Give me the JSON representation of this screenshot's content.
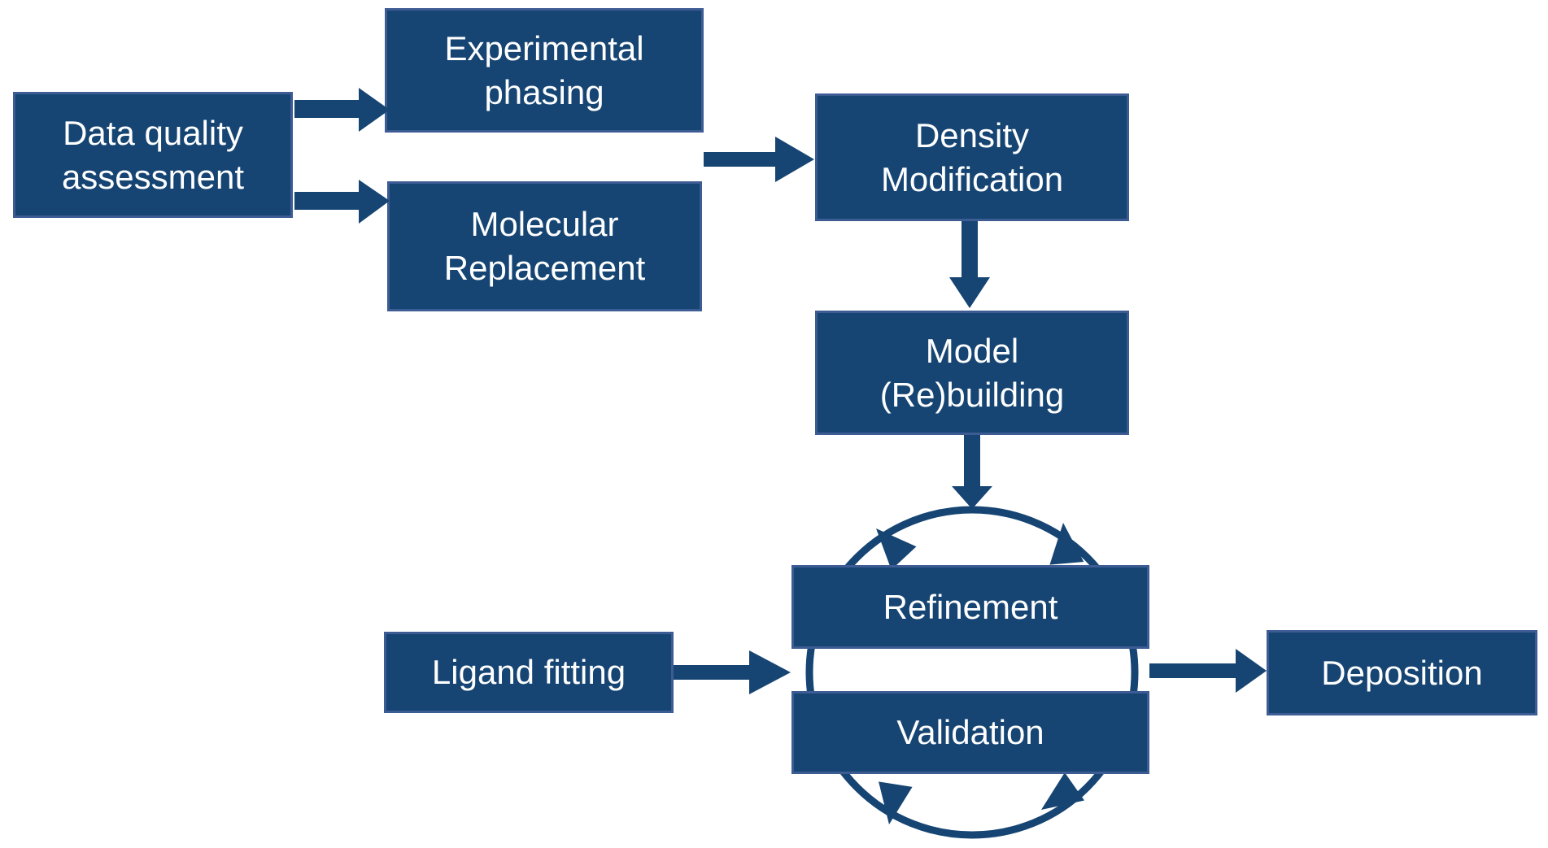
{
  "diagram": {
    "description": "Crystallography structure solution workflow flowchart",
    "colors": {
      "background": "#FFFFFF",
      "node_fill": "#164573",
      "node_border": "#3D5C94",
      "node_text": "#FFFFFF",
      "arrow": "#164573"
    },
    "nodes": {
      "data_quality": {
        "line1": "Data quality",
        "line2": "assessment"
      },
      "experimental_phasing": {
        "line1": "Experimental",
        "line2": "phasing"
      },
      "molecular_replacement": {
        "line1": "Molecular",
        "line2": "Replacement"
      },
      "density_modification": {
        "line1": "Density",
        "line2": "Modification"
      },
      "model_rebuilding": {
        "line1": "Model",
        "line2": "(Re)building"
      },
      "refinement": {
        "label": "Refinement"
      },
      "validation": {
        "label": "Validation"
      },
      "ligand_fitting": {
        "label": "Ligand fitting"
      },
      "deposition": {
        "label": "Deposition"
      }
    },
    "edges": [
      {
        "from": "Data quality assessment",
        "to": "Experimental phasing",
        "type": "arrow"
      },
      {
        "from": "Data quality assessment",
        "to": "Molecular Replacement",
        "type": "arrow"
      },
      {
        "from": "Experimental phasing / Molecular Replacement",
        "to": "Density Modification",
        "type": "arrow"
      },
      {
        "from": "Density Modification",
        "to": "Model (Re)building",
        "type": "arrow"
      },
      {
        "from": "Model (Re)building",
        "to": "Refinement-Validation cycle",
        "type": "arrow"
      },
      {
        "from": "Ligand fitting",
        "to": "Refinement-Validation cycle",
        "type": "arrow"
      },
      {
        "from": "Refinement-Validation cycle",
        "to": "Deposition",
        "type": "arrow"
      },
      {
        "from": "Refinement",
        "to": "Validation",
        "type": "cycle-loop"
      }
    ]
  }
}
